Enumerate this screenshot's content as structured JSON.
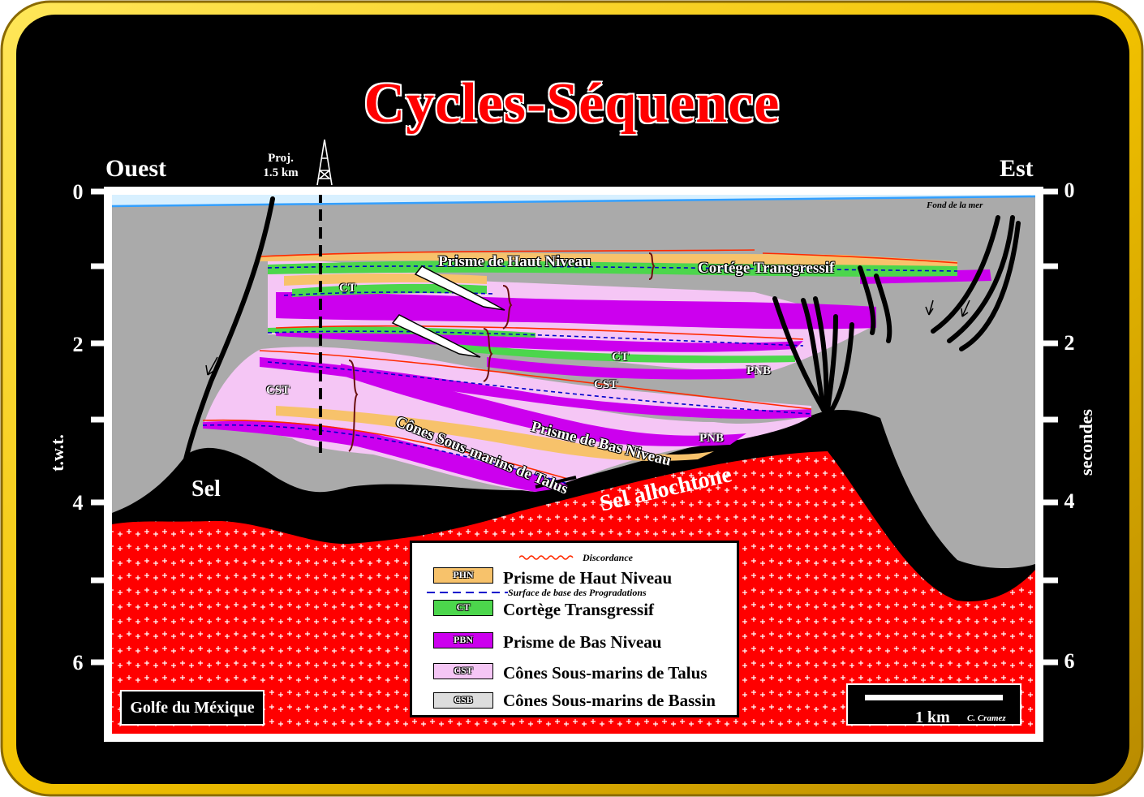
{
  "title": "Cycles-Séquence",
  "directions": {
    "west": "Ouest",
    "east": "Est"
  },
  "axis": {
    "left_label": "t.w.t.",
    "right_label": "secondes",
    "ticks": [
      "0",
      "2",
      "4",
      "6"
    ]
  },
  "well": {
    "projection": "Proj.",
    "distance": "1.5 km"
  },
  "sea_floor": "Fond de la mer",
  "units": {
    "phn": "Prisme de Haut Niveau",
    "ct_main": "Cortége Transgressif",
    "ct": "CT",
    "cst": "CST",
    "pbn": "Prisme de Bas Niveau",
    "pnb": "PNB",
    "cones": "Cônes Sous-marins de Talus",
    "sel": "Sel",
    "sel_allochtone": "Sel allochtone"
  },
  "legend": {
    "discordance": "Discordance",
    "surface": "Surface de base des Progradations",
    "items": [
      {
        "code": "PHN",
        "label": "Prisme de Haut Niveau",
        "color": "#f7c26b"
      },
      {
        "code": "CT",
        "label": "Cortège Transgressif",
        "color": "#4cd64c"
      },
      {
        "code": "PBN",
        "label": "Prisme de Bas Niveau",
        "color": "#cc00ee"
      },
      {
        "code": "CST",
        "label": "Cônes Sous-marins de Talus",
        "color": "#f5c6f5"
      },
      {
        "code": "CSB",
        "label": "Cônes Sous-marins de Bassin",
        "color": "#dddddd"
      }
    ]
  },
  "location": "Golfe du Méxique",
  "scale": {
    "label": "1 km",
    "author": "C. Cramez"
  },
  "colors": {
    "frame_outer": "#ffd700",
    "background": "#000000",
    "sediment": "#aaaaaa",
    "salt": "#ff0000",
    "phn": "#f7c26b",
    "ct": "#4cd64c",
    "pbn": "#cc00ee",
    "cst": "#f5c6f5"
  }
}
